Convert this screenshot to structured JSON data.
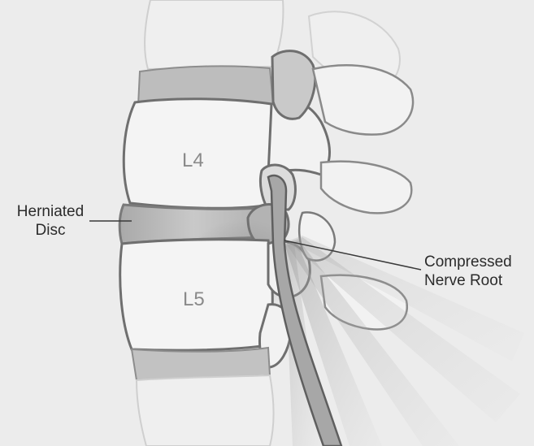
{
  "labels": {
    "vertebra_upper": "L4",
    "vertebra_lower": "L5",
    "disc_line1": "Herniated",
    "disc_line2": "Disc",
    "nerve_line1": "Compressed",
    "nerve_line2": "Nerve Root"
  },
  "colors": {
    "background": "#ececec",
    "bone_fill": "#f4f4f4",
    "outline": "#6f6f6f",
    "disc": "#b9b9b9",
    "nerve": "#9a9a9a",
    "label_text": "#2b2b2b",
    "vertebra_text": "#8a8a8a"
  }
}
